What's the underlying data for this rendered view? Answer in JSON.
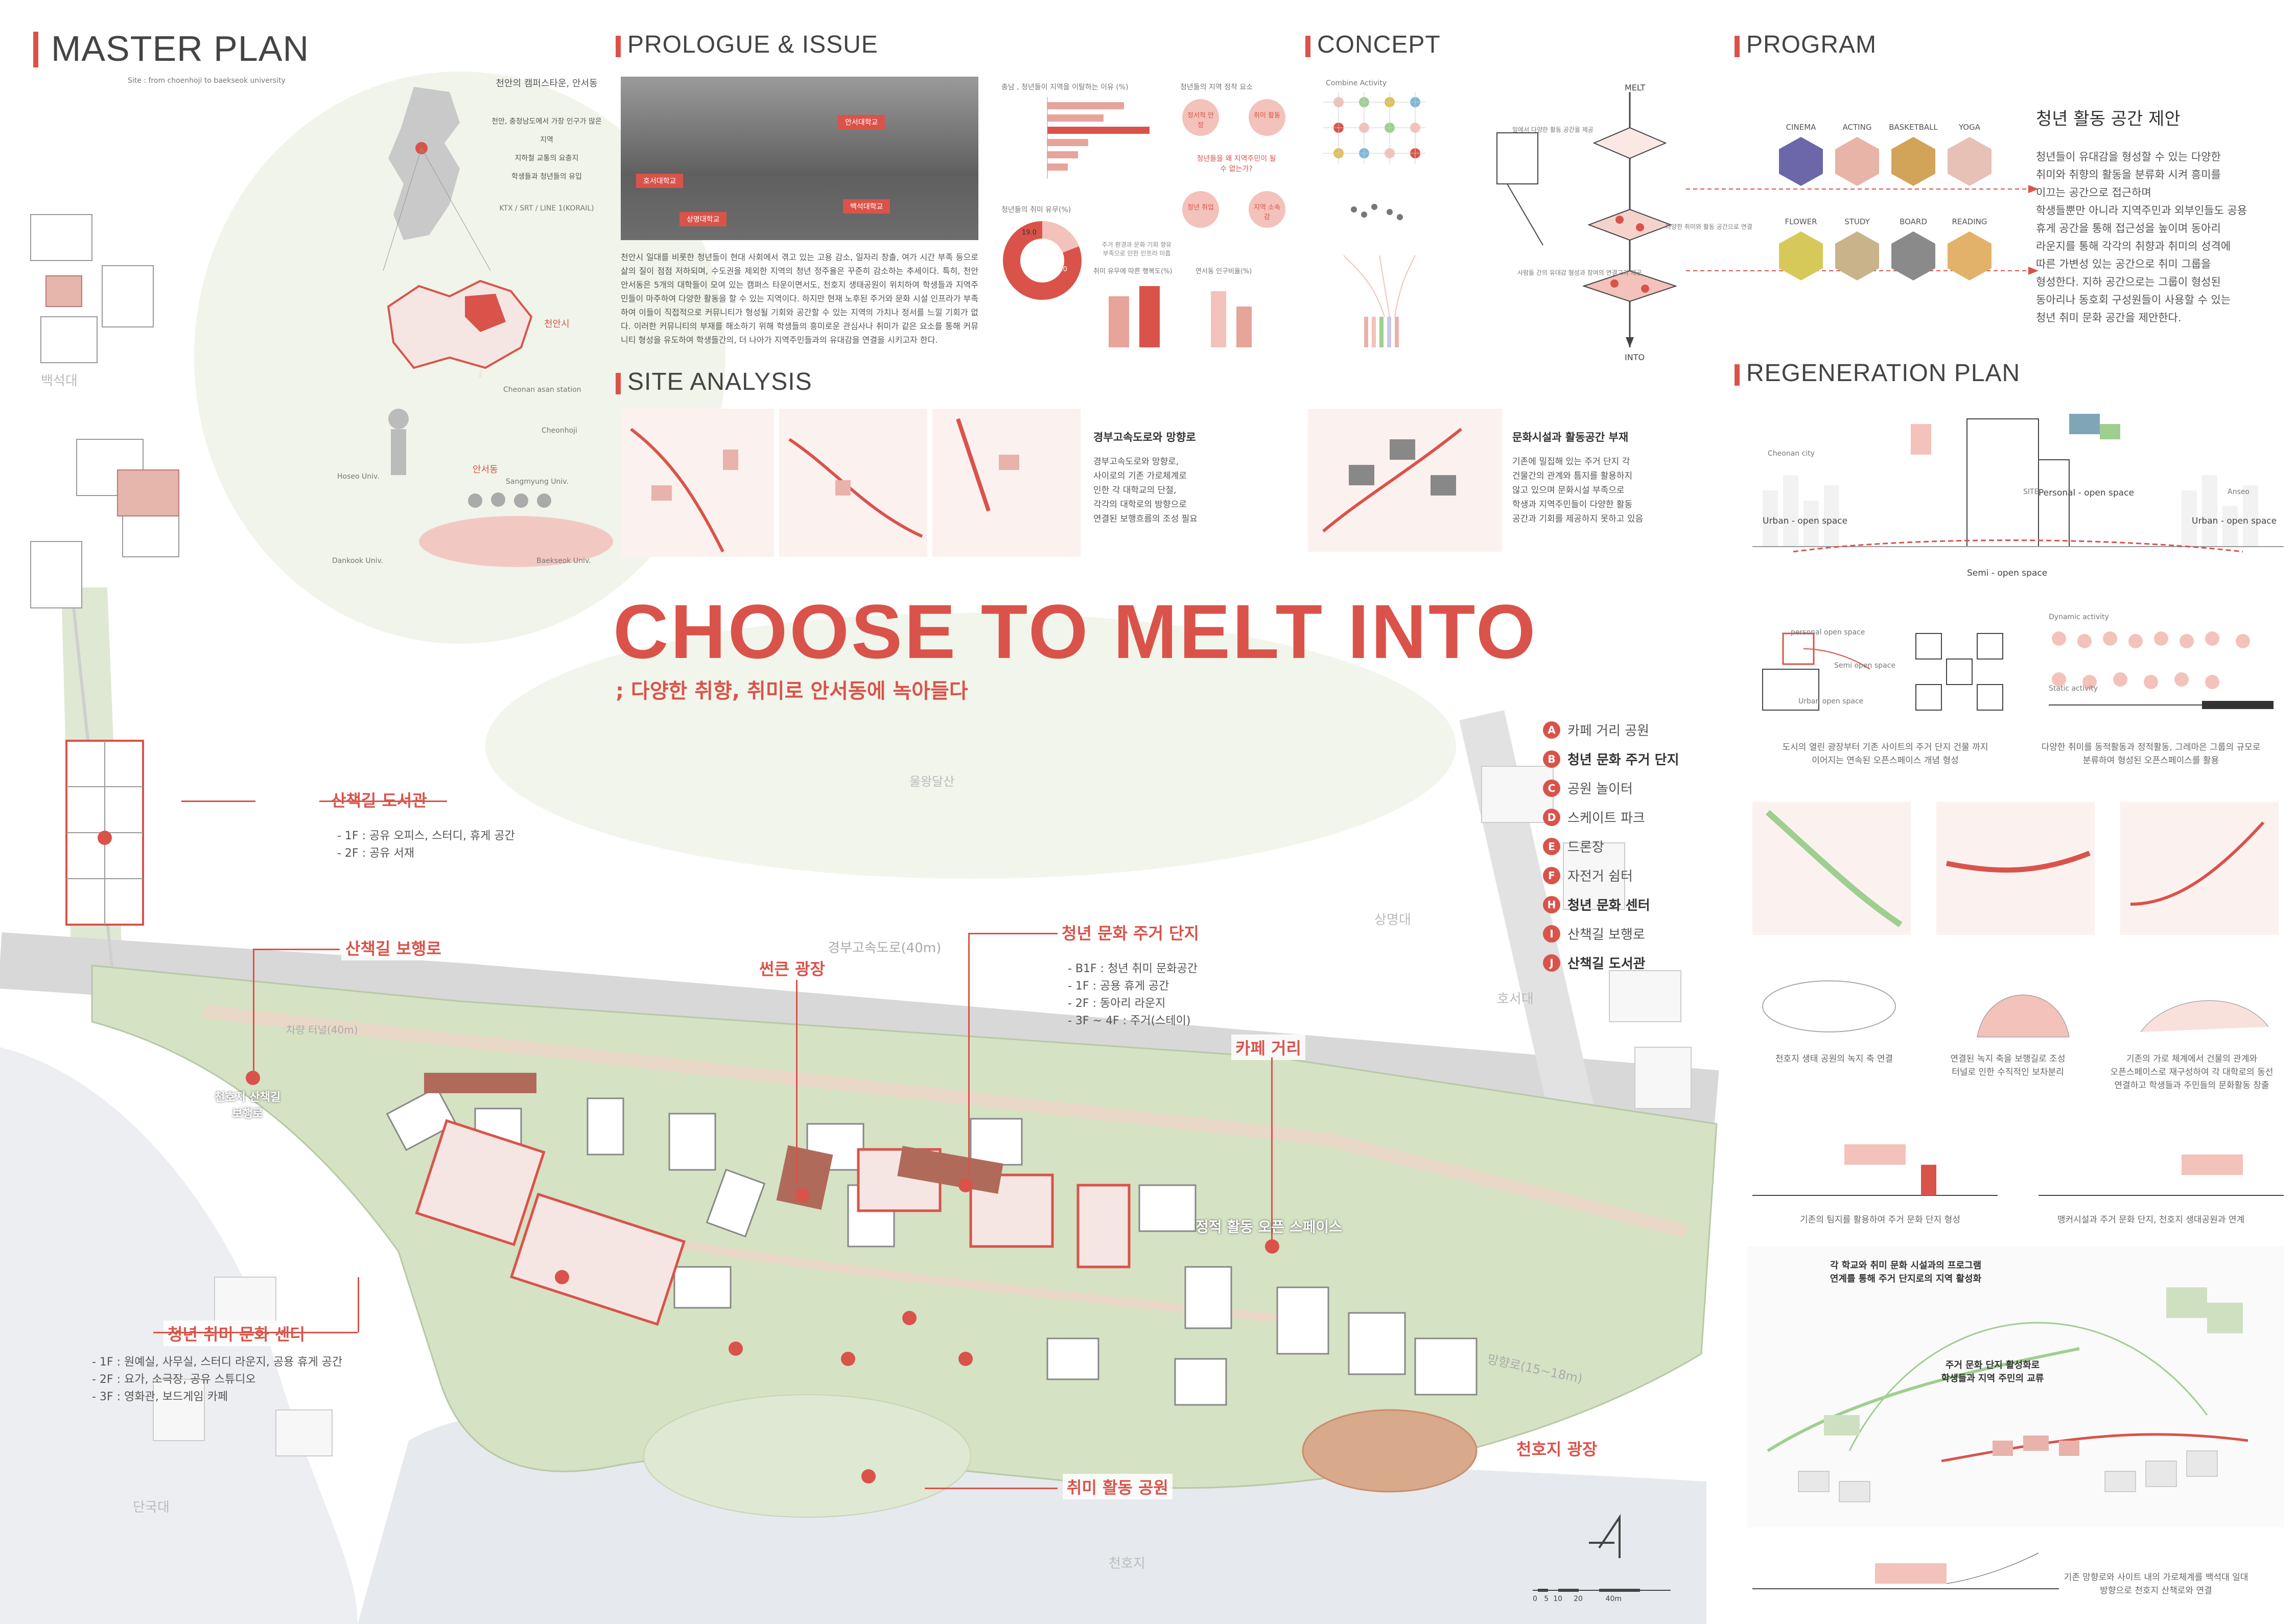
{
  "master_plan": {
    "title": "MASTER PLAN",
    "subtitle": "Site : from choenhoji to baekseok university",
    "location_list": [
      "천안의 캠퍼스타운, 안서동",
      "천안, 충청남도에서 가장 인구가 많은 지역",
      "지하철 교통의 요충지",
      "학생들과 청년들의 유입",
      "KTX / SRT / LINE 1(KORAIL)"
    ],
    "city_label": "천안시",
    "district_label": "안서동",
    "station_label": "Cheonan asan station",
    "cheonhoji_label": "Cheonhoji",
    "universities": [
      "Hoseo Univ.",
      "Sangmyung Univ.",
      "Dankook Univ.",
      "Baekseok Univ."
    ]
  },
  "prologue": {
    "title": "PROLOGUE & ISSUE",
    "photo_tags": [
      "안서대학교",
      "호서대학교",
      "상명대학교",
      "백석대학교"
    ],
    "body": "천안시 일대를 비롯한 청년들이 현대 사회에서 겪고 있는 고용 감소, 일자리 창출, 여가 시간 부족 등으로 삶의 질이 점점 저하되며, 수도권을 제외한 지역의 청년 정주율은 꾸준히 감소하는 추세이다. 특히, 천안 안서동은 5개의 대학들이 모여 있는 캠퍼스 타운이면서도, 천호지 생태공원이 위치하여 학생들과 지역주민들이 마주하여 다양한 활동을 할 수 있는 지역이다. 하지만 현재 노후된 주거와 문화 시설 인프라가 부족하여 이들이 직접적으로 커뮤니티가 형성될 기회와 공간할 수 있는 지역의 가치나 정서를 느낄 기회가 없다. 이러한 커뮤니티의 부재를 해소하기 위해 학생들의 흥미로운 관심사나 취미가 같은 요소를 통해 커뮤니티 형성을 유도하여 학생들간의, 더 나아가 지역주민들과의 유대감을 연결을 시키고자 한다.",
    "chart1_title": "충남 , 청년들이 지역을 이탈하는 이유 (%)",
    "chart2_title": "청년들의 지역 정착 요소",
    "chart3_title": "청년들의 취미 유무(%)",
    "chart4_title": "취미 유무에 따른 행복도(%)",
    "chart5_title": "연서동 인구비율(%)",
    "donut_values": [
      "19.0",
      "81.0"
    ],
    "bubble_texts": [
      "정서적 안정",
      "취미 활동",
      "정년 취업",
      "지역 소속감"
    ],
    "question": "청년들을 왜 지역주민이 될 수 없는가?",
    "side_note": "주거 환경과 문화 기회 향유 부족으로 인한 인프라 미흡"
  },
  "site_analysis": {
    "title": "SITE ANALYSIS",
    "panel1_title": "경부고속도로와 망향로",
    "panel1_body": "경부고속도로와 망향로,\n사이로의 기존 가로체계로\n인한 각 대학교의 단절,\n각각의 대학로의 방향으로\n연결된 보행흐름의 조성 필요",
    "panel2_title": "문화시설과 활동공간 부재",
    "panel2_body": "기존에 밀집해 있는 주거 단지 각\n건물간의 관계와 틈지를 활용하지\n않고 있으며 문화시설 부족으로\n학생과 지역주민들이 다양한 활동\n공간과 기회를 제공하지 못하고 있음"
  },
  "concept": {
    "title": "CONCEPT",
    "combine_label": "Combine Activity",
    "axis_top": "MELT",
    "axis_bottom": "INTO",
    "note1": "일에서 다양한 활동 공간을 제공",
    "note2": "다양한 취미와 활동 공간으로 연결",
    "note3": "사람들 간의 유대감 형성과 참여의 연결고리 제공"
  },
  "program": {
    "title": "PROGRAM",
    "heading": "청년 활동 공간 제안",
    "row1": [
      "CINEMA",
      "ACTING",
      "BASKETBALL",
      "YOGA"
    ],
    "row2": [
      "FLOWER",
      "STUDY",
      "BOARD",
      "READING"
    ],
    "body": "청년들이 유대감을 형성할 수 있는 다양한\n취미와 취향의 활동을 분류화 시켜 흥미를\n이끄는 공간으로  접근하며\n학생들뿐만 아니라 지역주민과 외부인들도 공용\n휴게 공간을 통해 접근성을 높이며 동아리\n라운지를 통해 각각의 취향과 취미의 성격에\n따른 가변성 있는 공간으로 취미 그룹을\n형성한다. 지하 공간으로는 그룹이 형성된\n동아리나 동호회 구성원들이 사용할 수 있는\n청년 취미 문화 공간을 제안한다."
  },
  "regeneration": {
    "title": "REGENERATION PLAN",
    "labels": [
      "Urban - open space",
      "Personal - open space",
      "Urban - open space",
      "Semi - open space",
      "SITE",
      "Cheonan city",
      "Anseo"
    ],
    "diagram_labels": [
      "personal open space",
      "Semi open space",
      "Urban open space",
      "Dynamic activity",
      "Static activity"
    ],
    "captions": [
      "도시의 열린 광장부터 기존 사이트의 주거 단지 건물 까지\n이어지는 연속된 오픈스페이스 개념 형성",
      "다양한 취미를 동적활동과 정적활동, 그레마은 그룹의 규모로\n분류하여 형성된 오픈스페이스를 활용",
      "천호지 생태 공원의 녹지 축 연결",
      "연결된 녹지 축을 보행길로 조성\n터널로 인한 수직적인 보차분리",
      "기존의 가로 체계에서 건물의 관계와\n오픈스페이스로 재구성하여 각 대학로의 동선\n연결하고 학생들과 주민들의 문화활동 창출",
      "기존의 팀지를 활용하여 주거 문화 단지 형성",
      "맹커시설과 주거 문화 단지, 천호지 생대공원과 연계",
      "기존 망향로와 사이트 내의 가로체계를 백석대 일대\n방향으로 천호지 산책로와 연결"
    ],
    "callout1": "각 학교와 취미 문화 시설과의 프로그램\n연계를 통해 주거 단지로의 지역 활성화",
    "callout2": "주거 문화 단지 활성화로\n학생들과 지역 주민의 교류"
  },
  "headline": {
    "main": "CHOOSE TO MELT INTO",
    "sub": "; 다양한 취향, 취미로 안서동에 녹아들다"
  },
  "legend": [
    {
      "letter": "A",
      "label": "카페 거리 공원"
    },
    {
      "letter": "B",
      "label": "청년 문화 주거 단지"
    },
    {
      "letter": "C",
      "label": "공원 놀이터"
    },
    {
      "letter": "D",
      "label": "스케이트 파크"
    },
    {
      "letter": "E",
      "label": "드론장"
    },
    {
      "letter": "F",
      "label": "자전거 쉼터"
    },
    {
      "letter": "H",
      "label": "청년 문화 센터"
    },
    {
      "letter": "I",
      "label": "산책길 보행로"
    },
    {
      "letter": "J",
      "label": "산책길 도서관"
    }
  ],
  "callouts": {
    "library": "산책길 도서관",
    "library_detail": "-  1F : 공유 오피스, 스터디, 휴게 공간\n-  2F : 공유 서재",
    "walkway": "산책길 보행로",
    "housing": "청년 문화 주거 단지",
    "housing_detail": "-  B1F : 청년 취미 문화공간\n-  1F : 공용 휴게 공간\n-  2F : 동아리 라운지\n-  3F ~ 4F : 주거(스테이)",
    "sunken": "썬큰 광장",
    "cafe": "카페 거리",
    "static_space": "정적 활동 오픈 스페이스",
    "center": "청년 취미 문화 센터",
    "center_detail": "-  1F : 원예실, 사무실, 스터디 라운지, 공용 휴게 공간\n-  2F : 요가, 소극장, 공유 스튜디오\n-  3F : 영화관, 보드게임 카페",
    "hobby_park": "취미 활동 공원",
    "plaza": "천호지 광장",
    "walkway_map": "천호지 산책길\n보행로"
  },
  "map_labels": {
    "baekseok": "백석대",
    "sangmyung": "상명대",
    "hoseo": "호서대",
    "dankook": "단국대",
    "cheonhoji": "천호지",
    "mountain": "울왕달산",
    "highway": "경부고속도로(40m)",
    "tunnel": "차량 터널(40m)",
    "manghyang": "망향로(15~18m)",
    "scale": "0   5  10     20          40m"
  }
}
